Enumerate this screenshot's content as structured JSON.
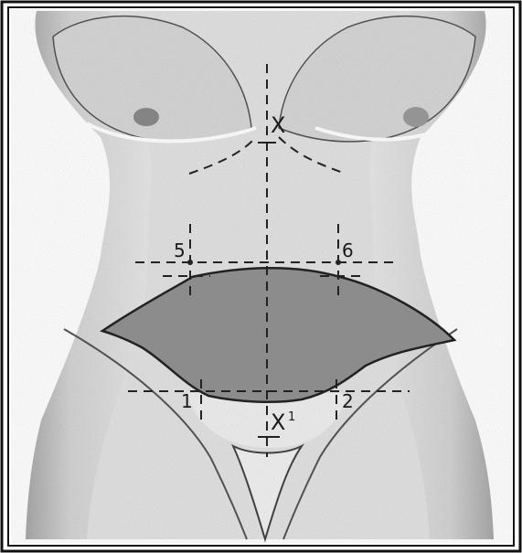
{
  "figure": {
    "labels": {
      "x_top": "X",
      "x_bottom": "X",
      "x_bottom_sup": "1",
      "point_1": "1",
      "point_2": "2",
      "point_5": "5",
      "point_6": "6"
    },
    "colors": {
      "skin_light": "#e9e9e9",
      "skin_shade": "#a9a9a9",
      "excision_fill": "#8c8c8c",
      "outline": "#2a2a2a",
      "frame": "#111111"
    }
  }
}
